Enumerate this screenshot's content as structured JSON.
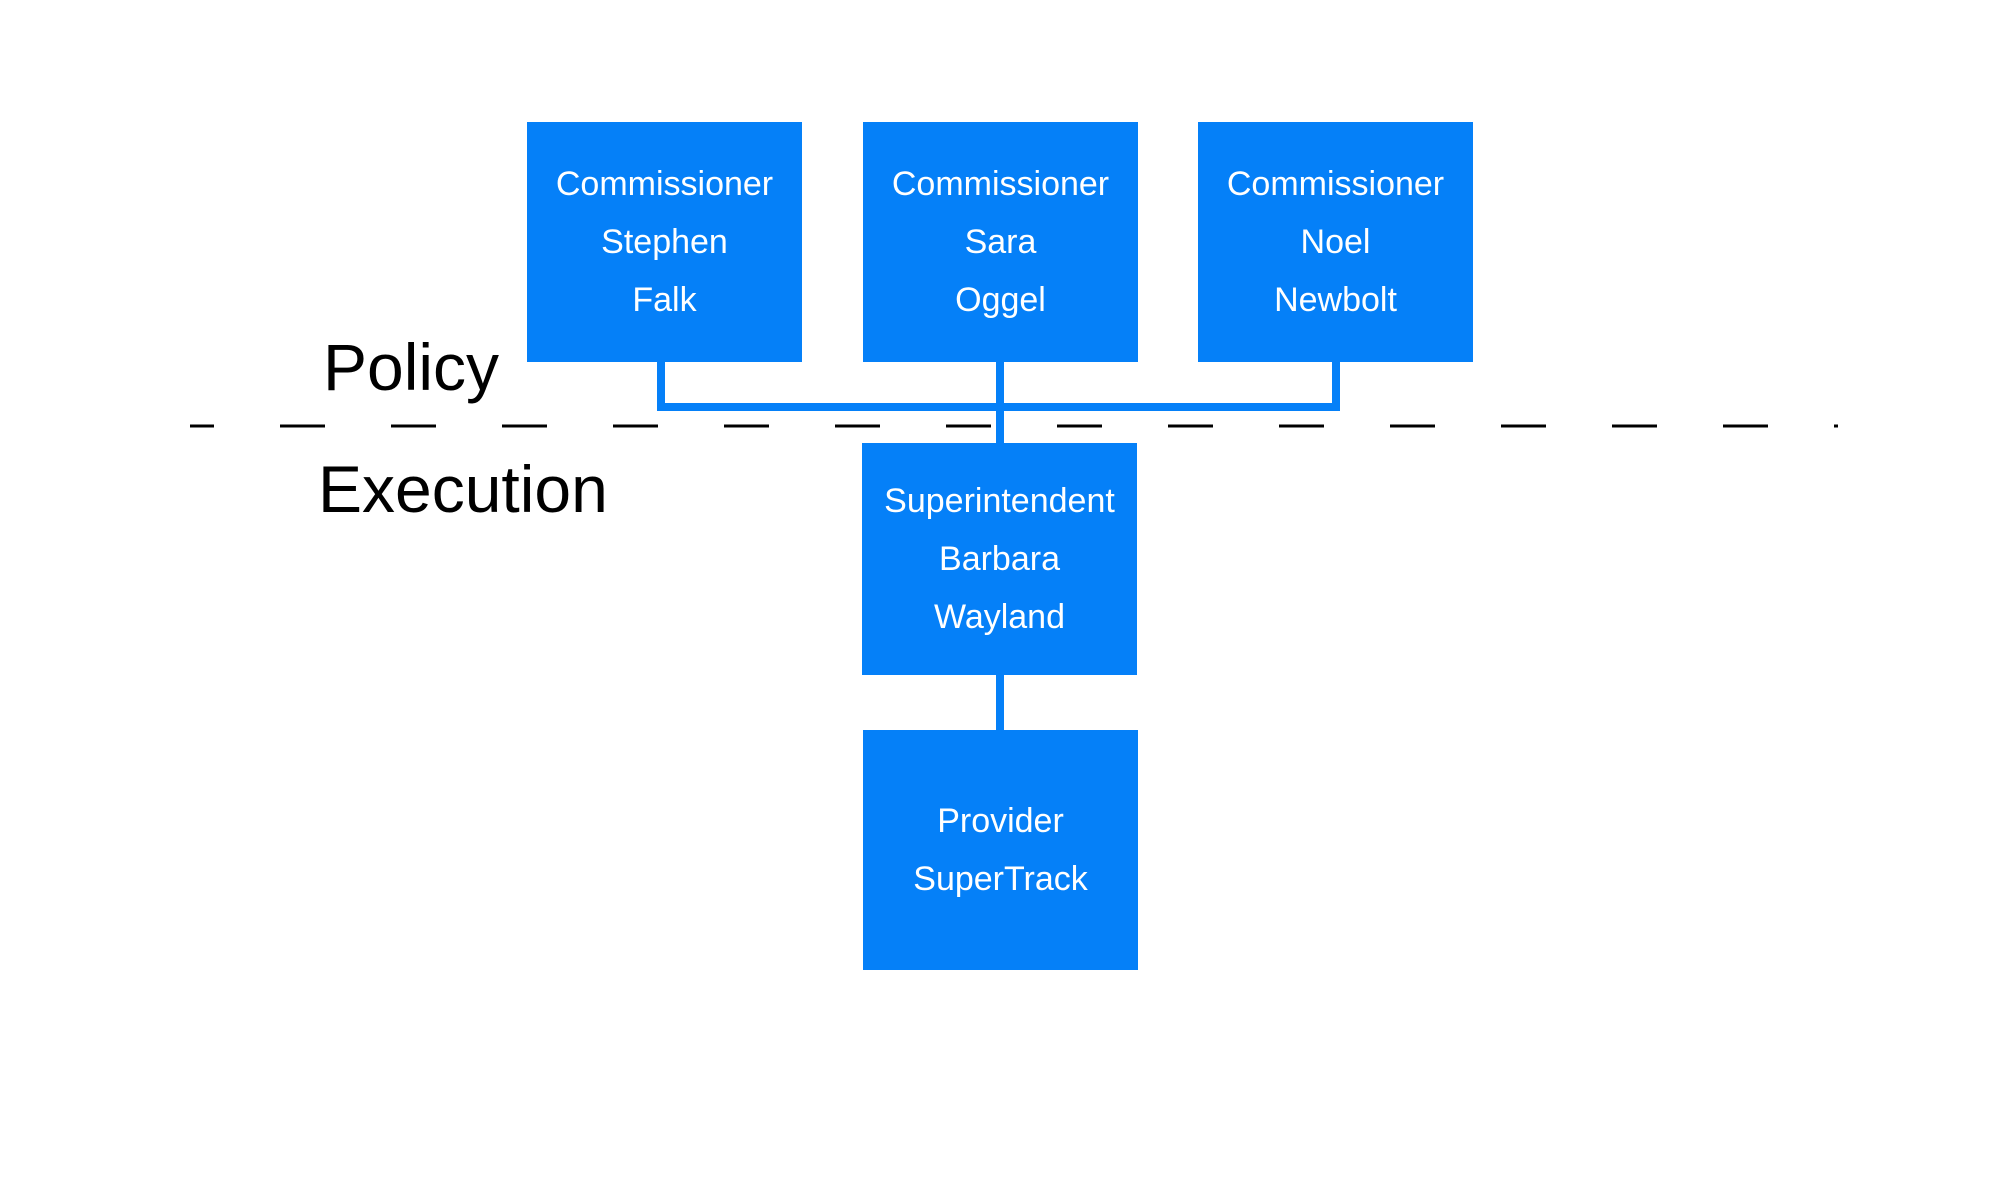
{
  "diagram": {
    "region_labels": {
      "policy": "Policy",
      "execution": "Execution"
    },
    "nodes": [
      {
        "id": "commissioner-stephen-falk",
        "role": "Commissioner",
        "lines": [
          "Commissioner",
          "Stephen",
          "Falk"
        ]
      },
      {
        "id": "commissioner-sara-oggel",
        "role": "Commissioner",
        "lines": [
          "Commissioner",
          "Sara",
          "Oggel"
        ]
      },
      {
        "id": "commissioner-noel-newbolt",
        "role": "Commissioner",
        "lines": [
          "Commissioner",
          "Noel",
          "Newbolt"
        ]
      },
      {
        "id": "superintendent-barbara-wayland",
        "role": "Superintendent",
        "lines": [
          "Superintendent",
          "Barbara",
          "Wayland"
        ]
      },
      {
        "id": "provider-supertrack",
        "role": "Provider",
        "lines": [
          "Provider",
          "SuperTrack"
        ]
      }
    ],
    "colors": {
      "background": "#ffffff",
      "node_fill": "#0580f8",
      "node_text": "#ffffff",
      "connector": "#0580f8",
      "divider": "#000000",
      "label_text": "#000000"
    }
  }
}
